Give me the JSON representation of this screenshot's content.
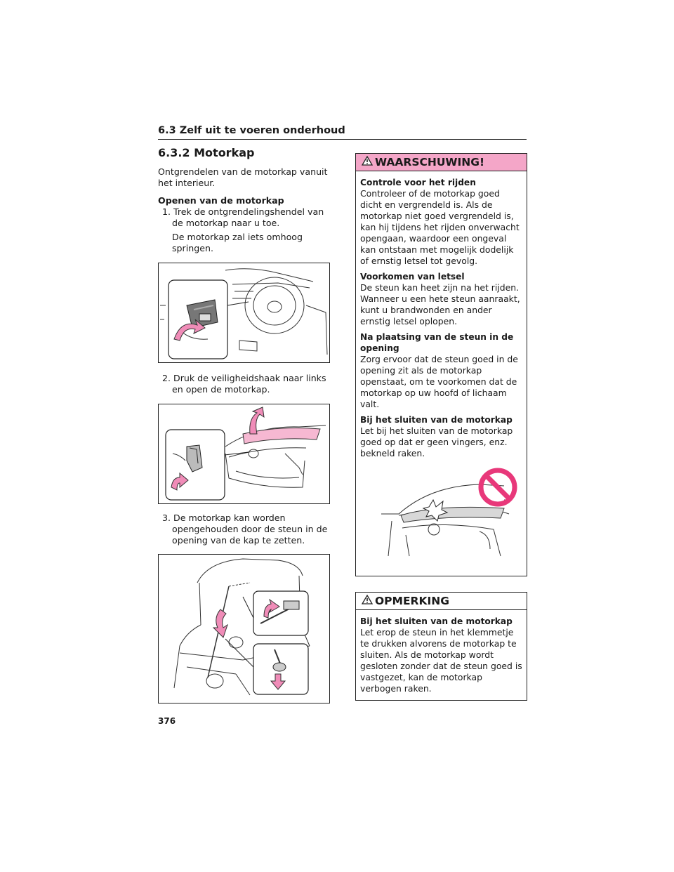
{
  "section": {
    "title": "6.3 Zelf uit te voeren onderhoud"
  },
  "heading": "6.3.2  Motorkap",
  "intro": "Ontgrendelen van de motorkap vanuit het interieur.",
  "open": {
    "title": "Openen van de motorkap",
    "step1": "1. Trek de ontgrendelingshendel van de motorkap naar u toe.",
    "step1_note": "De motorkap zal iets omhoog springen.",
    "step2": "2. Druk de veiligheidshaak naar links en open de motorkap.",
    "step3": "3. De motorkap kan worden opengehouden door de steun in de opening van de kap te zetten."
  },
  "warning": {
    "title": "WAARSCHUWING!",
    "color": "#f4a6c8",
    "items": [
      {
        "title": "Controle voor het rijden",
        "text": "Controleer of de motorkap goed dicht en vergrendeld is. Als de motorkap niet goed vergrendeld is, kan hij tijdens het rijden onverwacht opengaan, waardoor een ongeval kan ontstaan met mogelijk dodelijk of ernstig letsel tot gevolg."
      },
      {
        "title": "Voorkomen van letsel",
        "text": "De steun kan heet zijn na het rijden. Wanneer u een hete steun aanraakt, kunt u brandwonden en ander ernstig letsel oplopen."
      },
      {
        "title": "Na plaatsing van de steun in de opening",
        "text": "Zorg ervoor dat de steun goed in de opening zit als de motorkap openstaat, om te voorkomen dat de motorkap op uw hoofd of lichaam valt."
      },
      {
        "title": "Bij het sluiten van de motorkap",
        "text": "Let bij het sluiten van de motorkap goed op dat er geen vingers, enz. bekneld raken."
      }
    ]
  },
  "note": {
    "title": "OPMERKING",
    "item_title": "Bij het sluiten van de motorkap",
    "item_text": "Let erop de steun in het klemmetje te drukken alvorens de motorkap te sluiten. Als de motorkap wordt gesloten zonder dat de steun goed is vastgezet, kan de motorkap verbogen raken."
  },
  "page_number": "376",
  "colors": {
    "arrow": "#f08cb8",
    "prohibition": "#e8387a"
  },
  "icons": {
    "warning": "warning-triangle-icon",
    "prohibition": "prohibition-icon"
  }
}
